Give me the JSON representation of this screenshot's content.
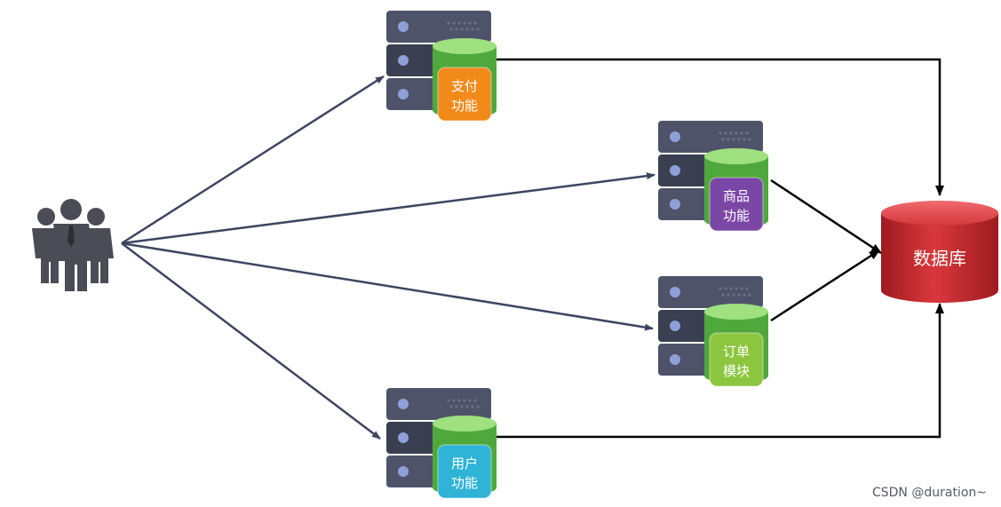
{
  "colors": {
    "server_body": "#4f5369",
    "server_light": "#6b6f88",
    "server_led": "#8fa0d8",
    "arrow_dark": "#3e4560",
    "arrow_black": "#000000",
    "db_red": "#c8282c",
    "cyl_green": "#6fca55"
  },
  "services": [
    {
      "key": "pay",
      "line1": "支付",
      "line2": "功能",
      "color": "#f28a1a",
      "icon": "server-icon"
    },
    {
      "key": "goods",
      "line1": "商品",
      "line2": "功能",
      "color": "#7b47a6",
      "icon": "server-icon"
    },
    {
      "key": "order",
      "line1": "订单",
      "line2": "模块",
      "color": "#8cc63e",
      "icon": "server-icon"
    },
    {
      "key": "user",
      "line1": "用户",
      "line2": "功能",
      "color": "#2fb3d6",
      "icon": "server-icon"
    }
  ],
  "users_icon": "users-group-icon",
  "database": {
    "label": "数据库",
    "icon": "database-icon"
  },
  "watermark": "CSDN @duration~"
}
